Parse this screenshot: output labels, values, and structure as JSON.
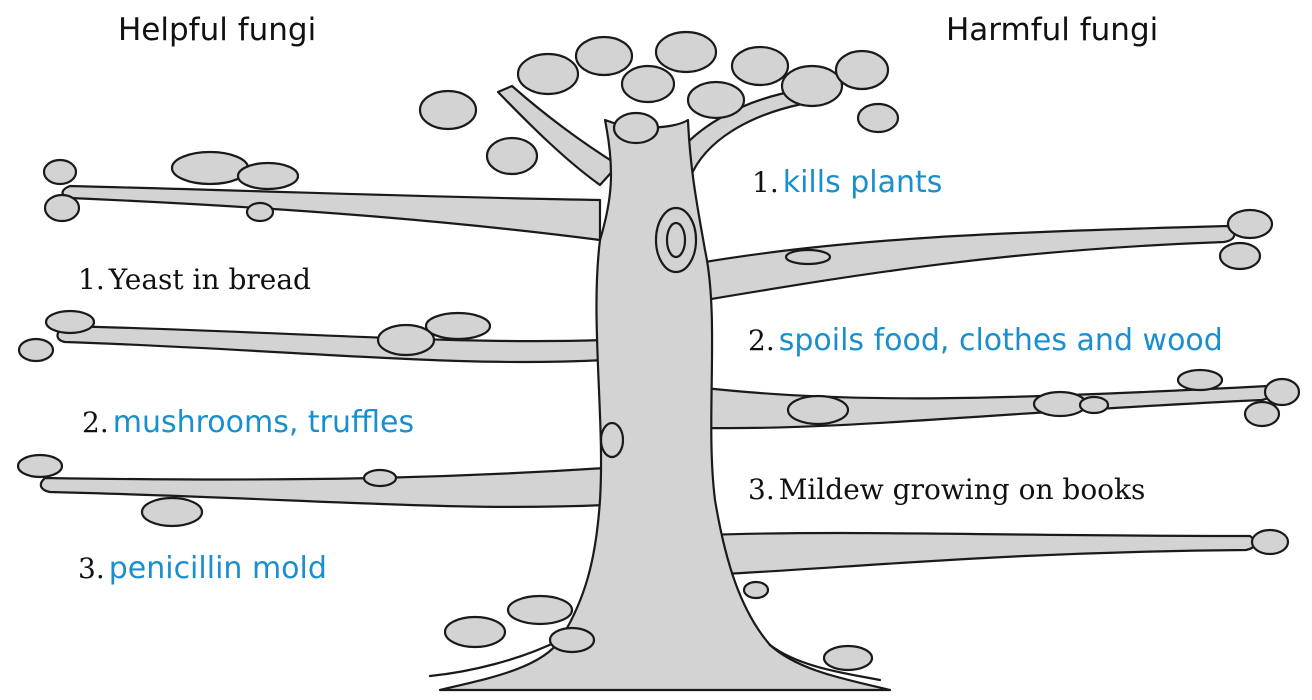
{
  "headings": {
    "helpful": "Helpful fungi",
    "harmful": "Harmful fungi"
  },
  "helpful_items": [
    {
      "num": "1.",
      "text": "Yeast in bread",
      "style": "printed"
    },
    {
      "num": "2.",
      "text": "mushrooms, truffles",
      "style": "filled-in"
    },
    {
      "num": "3.",
      "text": "penicillin mold",
      "style": "filled-in"
    }
  ],
  "harmful_items": [
    {
      "num": "1.",
      "text": "kills plants",
      "style": "filled-in"
    },
    {
      "num": "2.",
      "text": "spoils food, clothes and wood",
      "style": "filled-in"
    },
    {
      "num": "3.",
      "text": "Mildew growing on books",
      "style": "printed"
    }
  ],
  "colors": {
    "filled_in_text": "#1a8fcf",
    "printed_text": "#111111",
    "bark": "#d3d3d3",
    "outline": "#1a1a1a"
  }
}
